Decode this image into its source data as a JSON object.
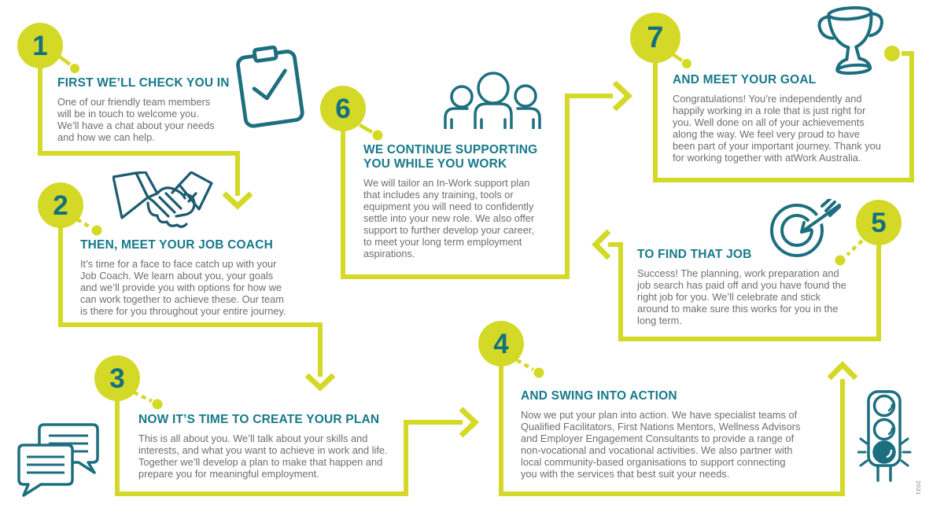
{
  "brand": {
    "lime": "#d3d926",
    "teal_heading": "#17798a",
    "teal_number": "#14707f",
    "teal_icon": "#1d6f80",
    "teal_dark_icon": "#1e5b70",
    "body_gray": "#6d6e71"
  },
  "icons": {
    "step1": "clipboard-check-icon",
    "step2": "handshake-icon",
    "step3": "chat-bubbles-icon",
    "step4": "traffic-light-icon",
    "step5": "target-arrow-icon",
    "step6": "team-icon",
    "step7": "trophy-icon"
  },
  "steps": [
    {
      "number": "1",
      "title": "FIRST WE’LL CHECK YOU IN",
      "body": "One of our friendly team members\nwill be in touch to welcome you.\nWe’ll have a chat about your needs\nand how we can help."
    },
    {
      "number": "2",
      "title": "THEN, MEET YOUR JOB COACH",
      "body": "It’s time for a face to face catch up with your\nJob Coach. We learn about you, your goals\nand we’ll provide you with options for how we\ncan work together to achieve these. Our team\nis there for you throughout your entire journey."
    },
    {
      "number": "3",
      "title": "NOW IT’S TIME TO CREATE YOUR PLAN",
      "body": "This is all about you. We’ll talk about your skills and\ninterests, and what you want to achieve in work and life.\nTogether we’ll develop a plan to make that happen and\nprepare you for meaningful employment."
    },
    {
      "number": "4",
      "title": "AND SWING INTO ACTION",
      "body": "Now we put your plan into action. We have specialist teams of\nQualified Facilitators, First Nations Mentors, Wellness Advisors\nand Employer Engagement Consultants to provide a range of\nnon-vocational and vocational activities. We also partner with\nlocal community-based organisations to support connecting\nyou with the services that best suit your needs."
    },
    {
      "number": "5",
      "title": "TO FIND THAT JOB",
      "body": "Success! The planning, work preparation and\njob search has paid off and you have found the\nright job for you. We’ll celebrate and stick\naround to make sure this works for you in the\nlong term."
    },
    {
      "number": "6",
      "title": "WE CONTINUE SUPPORTING\nYOU WHILE YOU WORK",
      "body": "We will tailor an In-Work support plan\nthat includes any training, tools or\nequipment you will need to confidently\nsettle into your new role. We also offer\nsupport to further develop your career,\nto meet your long term employment\naspirations."
    },
    {
      "number": "7",
      "title": "AND MEET YOUR GOAL",
      "body": "Congratulations! You’re independently and\nhappily working in a role that is just right for\nyou. Well done on all of your achievements\nalong the way. We feel very proud to have\nbeen part of your important journey. Thank you\nfor working together with atWork Australia."
    }
  ],
  "footnote": "2031"
}
